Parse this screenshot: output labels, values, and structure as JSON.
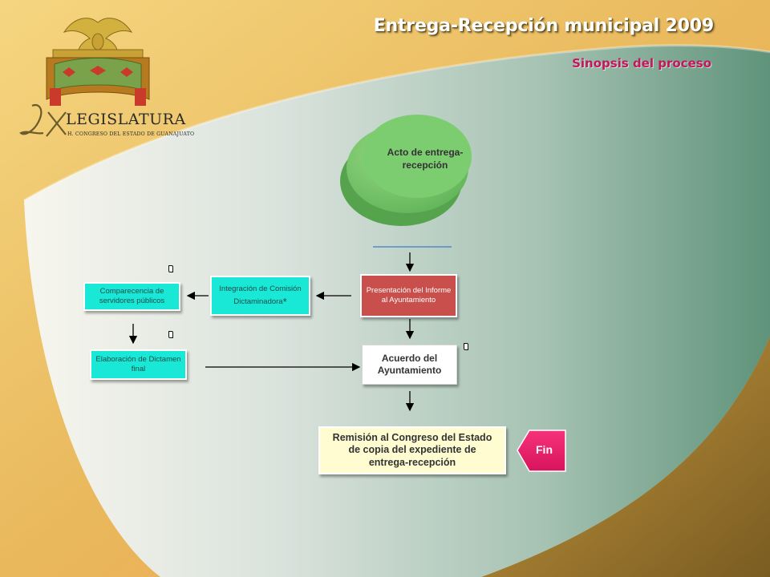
{
  "header": {
    "title": "Entrega-Recepción municipal 2009",
    "subtitle": "Sinopsis del proceso"
  },
  "logo": {
    "line1": "LX",
    "line2": "LEGISLATURA",
    "line3": "H. CONGRESO DEL ESTADO DE GUANAJUATO"
  },
  "diagram": {
    "start": "Acto de entrega-recepción",
    "presentacion": "Presentación del Informe al Ayuntamiento",
    "integracion": "Integración de Comisión Dictaminadora",
    "integracion_mark": "*",
    "comparecencia": "Comparecencia de servidores públicos",
    "elaboracion": "Elaboración de Dictamen final",
    "acuerdo": "Acuerdo del Ayuntamiento",
    "remision": "Remisión al Congreso del Estado de copia del expediente de entrega-recepción",
    "fin": "Fin"
  },
  "colors": {
    "cyan_box": "#19e8d6",
    "red_box": "#c94f4c",
    "yellow_box": "#fffcd2",
    "fin_tag": "#e91e63",
    "circle": "#7ccc70",
    "title_accent": "#c2185b"
  },
  "icons": [
    "note-icon",
    "arrow-right",
    "arrow-left",
    "arrow-down",
    "eagle-emblem"
  ]
}
